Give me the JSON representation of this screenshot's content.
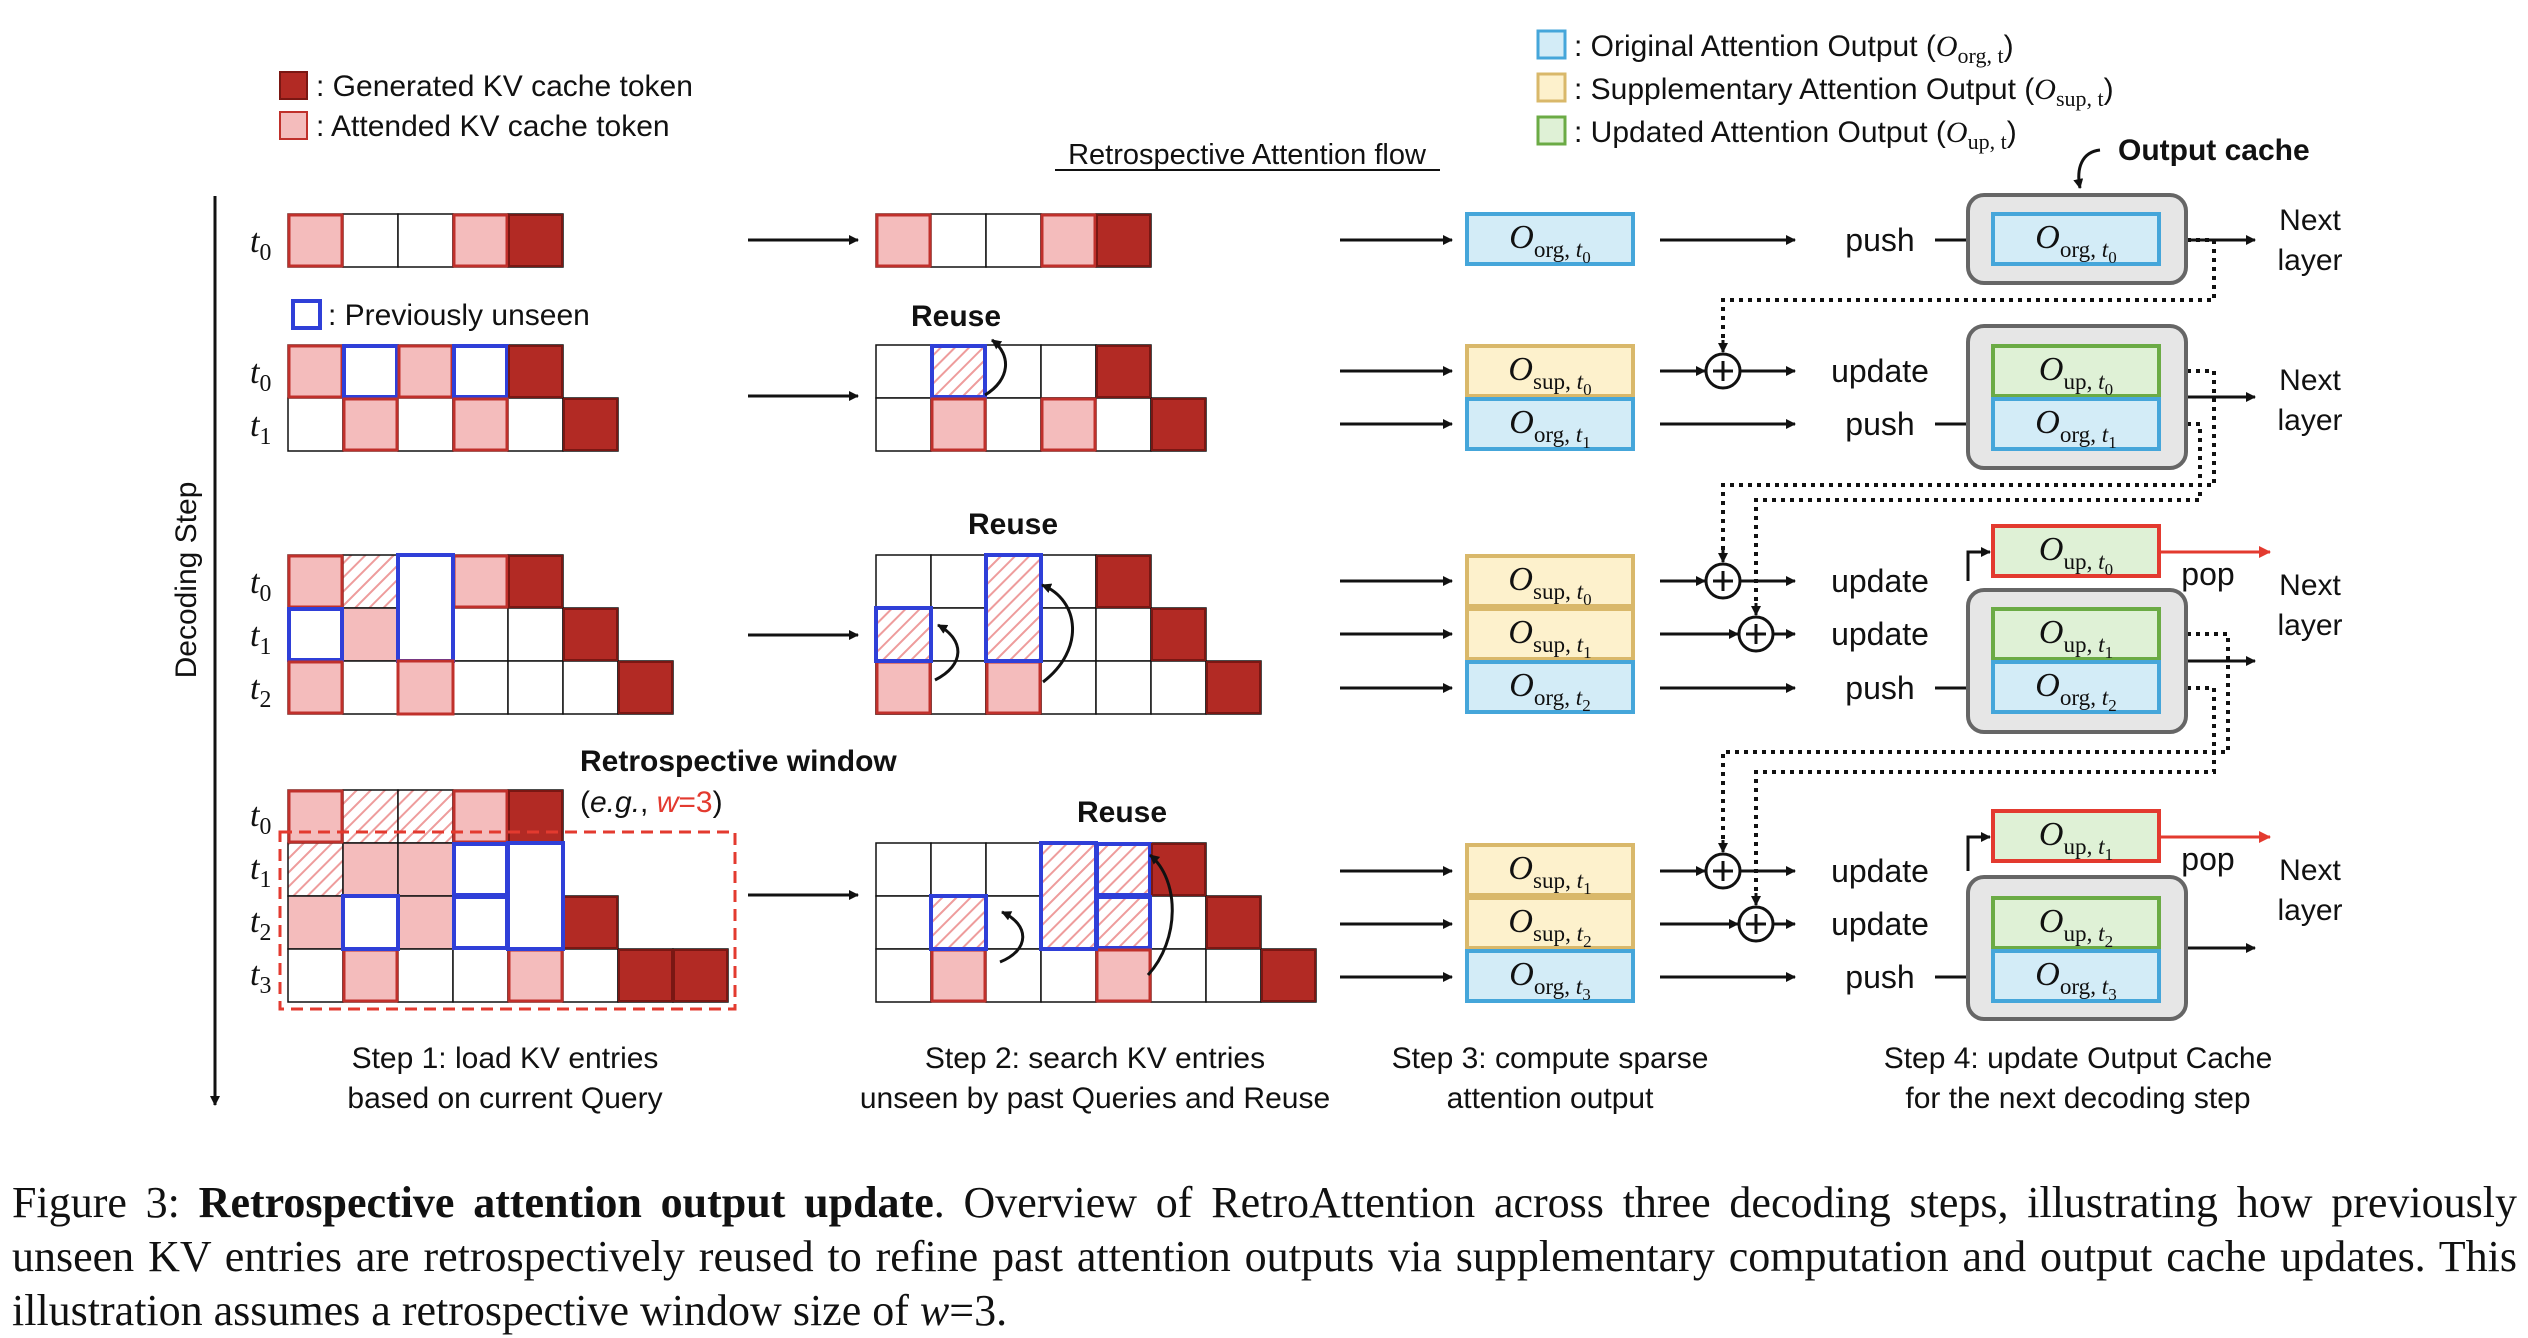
{
  "legend_left": {
    "generated": ": Generated KV cache token",
    "attended": ": Attended KV cache token",
    "unseen": ": Previously unseen"
  },
  "legend_right": {
    "original": ": Original Attention Output (",
    "original_sym": "O",
    "original_sub": "org, t",
    "supplementary": ": Supplementary Attention Output (",
    "supplementary_sym": "O",
    "supplementary_sub": "sup, t",
    "updated": ": Updated Attention Output (",
    "updated_sym": "O",
    "updated_sub": "up, t",
    "close": ")"
  },
  "flow_title": "Retrospective Attention flow",
  "output_cache_label": "Output cache",
  "decoding_step_label": "Decoding Step",
  "reuse_label": "Reuse",
  "window_label": "Retrospective window",
  "window_example_prefix": "(",
  "window_example_eg": "e.g.",
  "window_example_comma": ", ",
  "window_example_w": "w",
  "window_example_eq": "=3",
  "window_example_close": ")",
  "time_labels": [
    "t0",
    "t1",
    "t2",
    "t3"
  ],
  "ops": {
    "push": "push",
    "update": "update",
    "pop": "pop"
  },
  "next_layer": [
    "Next",
    "layer"
  ],
  "outputs": {
    "org_t0": "org, t0",
    "org_t1": "org, t1",
    "org_t2": "org, t2",
    "org_t3": "org, t3",
    "sup_t0": "sup, t0",
    "sup_t1": "sup, t1",
    "sup_t2": "sup, t2",
    "up_t0": "up, t0",
    "up_t1": "up, t1",
    "up_t2": "up, t2"
  },
  "steps": [
    [
      "Step 1: load KV entries",
      "based on current Query"
    ],
    [
      "Step 2: search KV entries",
      "unseen by past Queries and Reuse"
    ],
    [
      "Step 3: compute sparse",
      "attention output"
    ],
    [
      "Step 4: update Output Cache",
      "for the next decoding step"
    ]
  ],
  "caption": {
    "prefix": "Figure 3: ",
    "bold": "Retrospective attention output update",
    "rest": ". Overview of RetroAttention across three decoding steps, illustrating how previously unseen KV entries are retrospectively reused to refine past attention outputs via supplementary computation and output cache updates. This illustration assumes a retrospective window size of ",
    "w": "w",
    "end": "=3."
  },
  "colors": {
    "generated": "#b22a24",
    "attended": "#f4bcbc",
    "attended_border": "#c0302b",
    "unseen": "#2f3fd8",
    "original_fill": "#d3ecf7",
    "original_border": "#45a6da",
    "supplementary_fill": "#fdf1cc",
    "supplementary_border": "#d9b86a",
    "updated_fill": "#dff1d6",
    "updated_border": "#6bab45",
    "pop": "#e33a2f",
    "window": "#e33a2f"
  }
}
